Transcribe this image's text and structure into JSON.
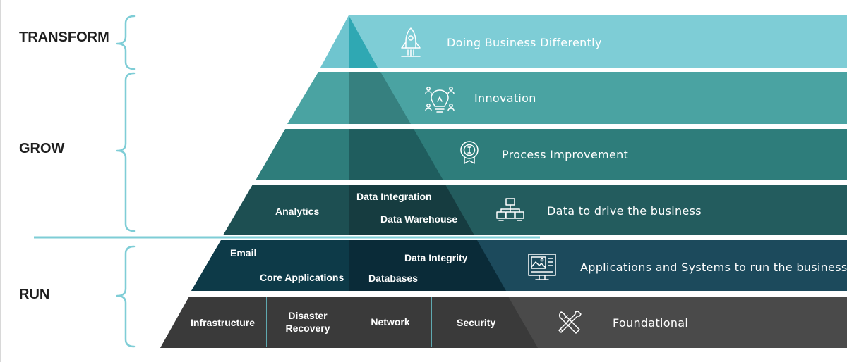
{
  "tiers": {
    "transform": "TRANSFORM",
    "grow": "GROW",
    "run": "RUN"
  },
  "levels": {
    "transform": {
      "caption": "Doing Business Differently",
      "icon": "rocket-icon",
      "color": "#7ecdd6"
    },
    "innovation": {
      "caption": "Innovation",
      "icon": "lightbulb-people-icon",
      "color": "#4aa3a2"
    },
    "process": {
      "caption": "Process Improvement",
      "icon": "award-badge-icon",
      "color": "#2e7d7b"
    },
    "data": {
      "caption": "Data to drive the business",
      "icon": "network-icon",
      "color": "#245f61",
      "items": {
        "analytics": "Analytics",
        "data_integration": "Data Integration",
        "data_warehouse": "Data Warehouse"
      }
    },
    "applications": {
      "caption": "Applications and Systems to run the business",
      "icon": "dashboard-monitor-icon",
      "color": "#1c4a5c",
      "items": {
        "email": "Email",
        "core_applications": "Core Applications",
        "data_integrity": "Data Integrity",
        "databases": "Databases"
      }
    },
    "foundational": {
      "caption": "Foundational",
      "icon": "tools-icon",
      "color": "#4a4a4a",
      "items": {
        "infrastructure": "Infrastructure",
        "disaster_recovery": "Disaster Recovery",
        "network": "Network",
        "security": "Security"
      }
    }
  },
  "colors": {
    "bracket": "#7ecdd6",
    "divider": "#7ecdd6"
  }
}
